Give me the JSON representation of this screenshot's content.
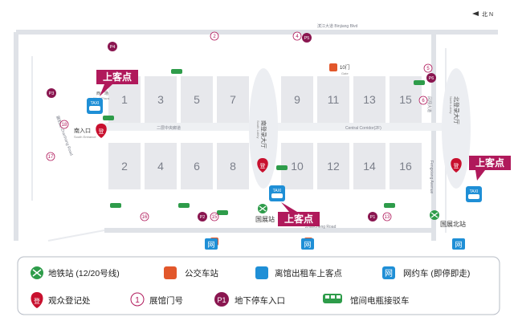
{
  "compass": {
    "label": "北 N"
  },
  "roads": {
    "binjiang": "滨江大道 Binjiang Blvd",
    "zhancheng": "Zhancheng Road",
    "zhanhang": "展航路 Zhanhang Road",
    "fengxiang": "Fengxiang Avenue",
    "fengxiang_cn": "凤翔大道",
    "corridor_2f": "二层中央廊道",
    "corridor_en": "Central Corridor(2F)"
  },
  "halls": {
    "north_row": [
      "1",
      "3",
      "5",
      "7",
      "9",
      "11",
      "13",
      "15"
    ],
    "south_row": [
      "2",
      "4",
      "6",
      "8",
      "10",
      "12",
      "14",
      "16"
    ]
  },
  "places": {
    "west_plaza": "西广场",
    "west_plaza_en": "West Plaza",
    "south_entrance": "南入口",
    "south_entrance_en": "South Entrance",
    "south_lobby": "南登录大厅",
    "south_lobby_en": "South Lobby",
    "north_lobby": "北登录大厅",
    "north_lobby_en": "North Lobby",
    "gate10": "10门",
    "gate10_en": "Gate",
    "guozhan_station": "国展站",
    "guozhanbei_station": "国展北站"
  },
  "pickup": {
    "label": "上客点"
  },
  "taxi": {
    "label": "TAXI"
  },
  "wang": {
    "label": "网"
  },
  "gates": [
    "2",
    "4",
    "5",
    "6",
    "13",
    "15",
    "16",
    "17",
    "18"
  ],
  "parking": [
    "P1",
    "P2",
    "P3",
    "P4",
    "P5",
    "P6"
  ],
  "legend": {
    "metro": "地铁站 (12/20号线)",
    "bus": "公交车站",
    "taxi": "离馆出租车上客点",
    "ride": "网约车 (即停即走)",
    "register": "观众登记处",
    "gate": "展馆门号",
    "gate_sample": "1",
    "parking": "地下停车入口",
    "parking_sample": "P1",
    "shuttle": "馆间电瓶接驳车",
    "register_glyph": "登",
    "ride_glyph": "网"
  },
  "colors": {
    "accent": "#b0195b",
    "taxi": "#1f8fd6",
    "metro": "#2e9c4a",
    "bus": "#e2572b",
    "hall": "#e7e8ec",
    "hall_text": "#7b7f8a"
  }
}
